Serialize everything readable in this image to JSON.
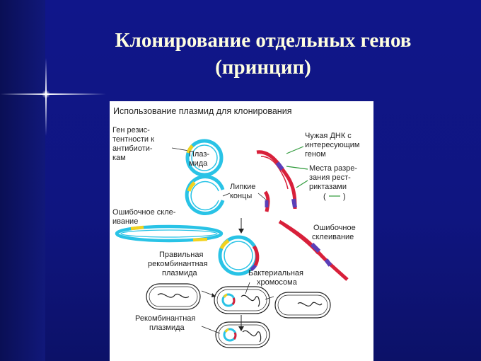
{
  "slide": {
    "title_line1": "Клонирование отдельных генов",
    "title_line2": "(принцип)"
  },
  "diagram": {
    "header": "Использование плазмид для клонирования",
    "labels": {
      "gene_resist": [
        "Ген резис-",
        "тентности к",
        "антибиоти-",
        "кам"
      ],
      "plasmid": [
        "Плаз-",
        "мида"
      ],
      "foreign_dna": [
        "Чужая ДНК с",
        "интересующим",
        "геном"
      ],
      "restriction_sites": [
        "Места разре-",
        "зания рест-",
        "риктазами"
      ],
      "sticky_ends": [
        "Липкие",
        "концы"
      ],
      "wrong_join_left": [
        "Ошибочное скле-",
        "ивание"
      ],
      "wrong_join_right": [
        "Ошибочное",
        "склеивание"
      ],
      "correct_recombinant": [
        "Правильная",
        "рекомбинантная",
        "плазмида"
      ],
      "bacterial_chromosome": [
        "Бактериальная",
        "хромосома"
      ],
      "recombinant_plasmid": [
        "Рекомбинантная",
        "плазмида"
      ]
    },
    "colors": {
      "plasmid": "#29c3e6",
      "foreign": "#d8203a",
      "gene": "#f2d21e",
      "site": "#5a3fb8",
      "arrow": "#2e9a3a"
    }
  }
}
